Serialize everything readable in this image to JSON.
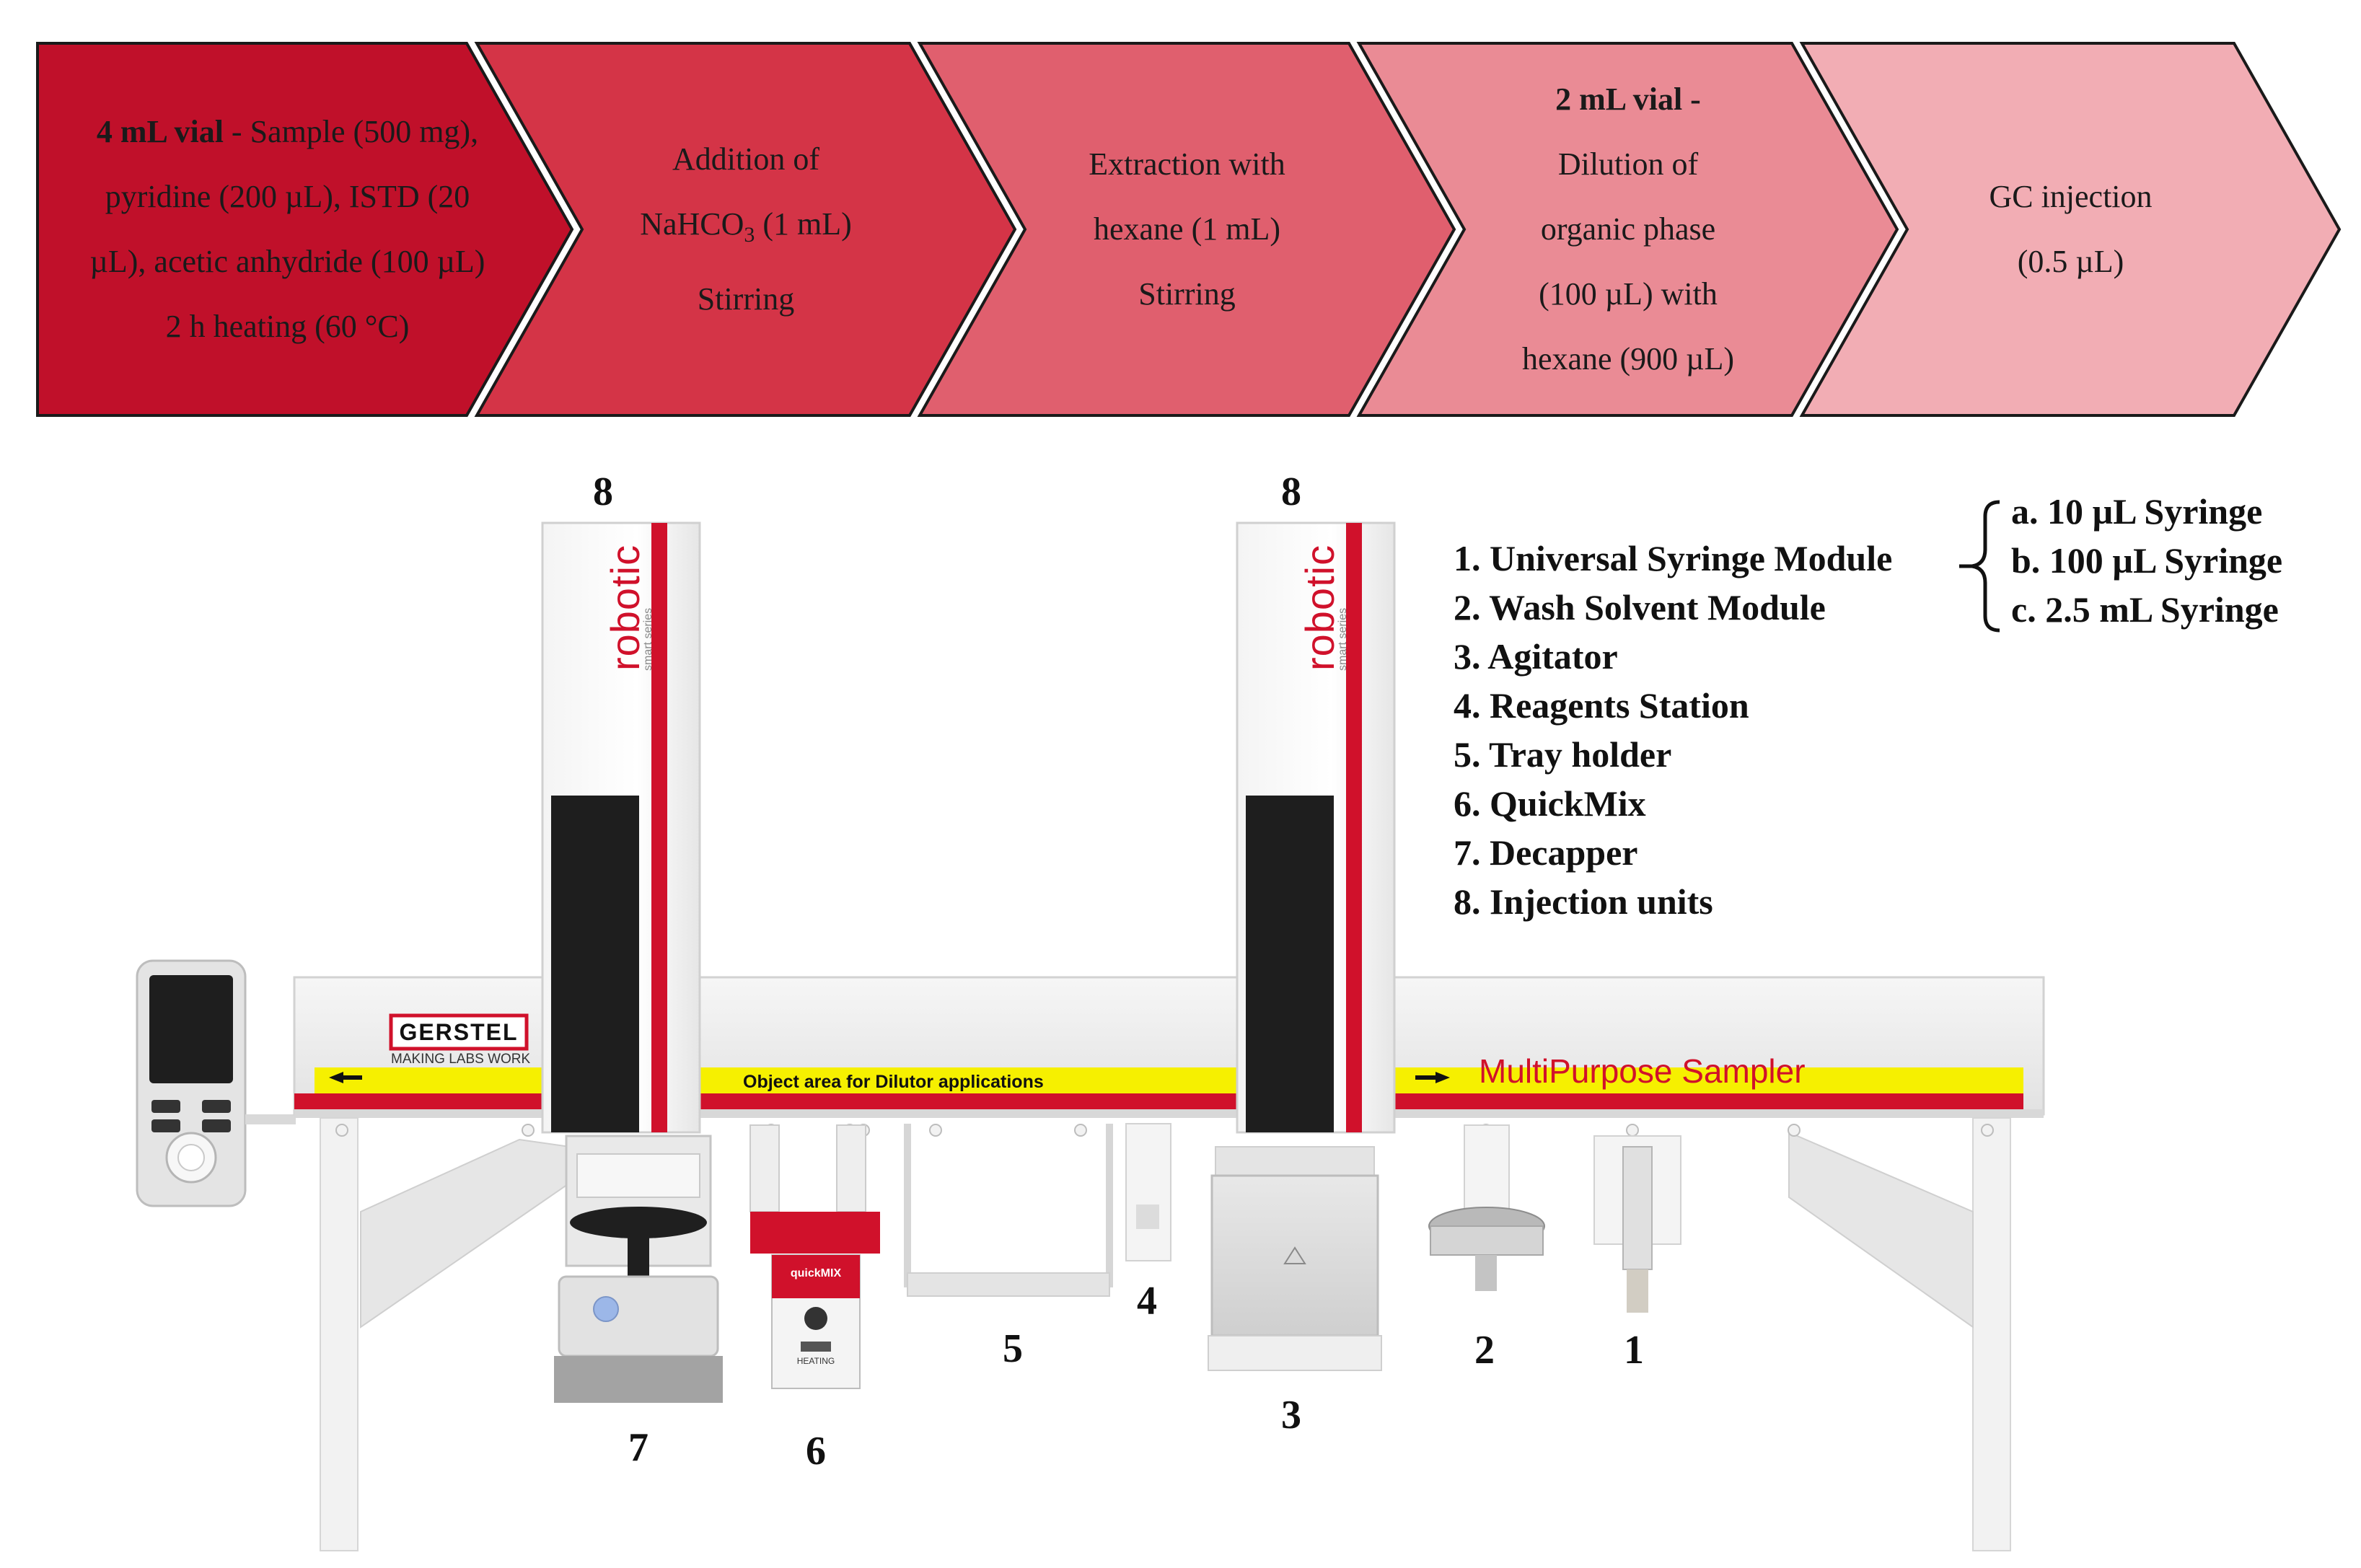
{
  "workflow": {
    "steps": [
      {
        "lines": [
          {
            "bold": "4 mL vial",
            "text": " - Sample (500 mg),"
          },
          {
            "text": "pyridine (200 µL), ISTD (20"
          },
          {
            "text": "µL), acetic anhydride (100 µL)"
          },
          {
            "text": "2 h heating (60 °C)"
          }
        ],
        "color": "#c0102a"
      },
      {
        "lines": [
          {
            "text": "Addition of"
          },
          {
            "text": "NaHCO",
            "sub": "3",
            "after": " (1 mL)"
          },
          {
            "text": "Stirring"
          }
        ],
        "color": "#d43447"
      },
      {
        "lines": [
          {
            "text": "Extraction with"
          },
          {
            "text": "hexane (1 mL)"
          },
          {
            "text": "Stirring"
          }
        ],
        "color": "#e05f6e"
      },
      {
        "lines": [
          {
            "bold": "2 mL vial -"
          },
          {
            "text": "Dilution of"
          },
          {
            "text": "organic phase"
          },
          {
            "text": "(100 µL) with"
          },
          {
            "text": "hexane (900 µL)"
          }
        ],
        "color": "#ea8b95"
      },
      {
        "lines": [
          {
            "text": "GC injection"
          },
          {
            "text": "(0.5 µL)"
          }
        ],
        "color": "#f2adb4"
      }
    ]
  },
  "legend": {
    "items": [
      "1. Universal Syringe Module",
      "2. Wash Solvent Module",
      "3. Agitator",
      "4. Reagents Station",
      "5. Tray holder",
      "6. QuickMix",
      "7. Decapper",
      "8. Injection units"
    ],
    "syringes": [
      "a. 10 µL Syringe",
      "b. 100 µL Syringe",
      "c. 2.5 mL Syringe"
    ]
  },
  "instrument": {
    "brand": "GERSTEL",
    "brand_tagline": "MAKING LABS WORK",
    "object_area": "Object area for Dilutor applications",
    "product_name": "MultiPurpose Sampler",
    "tower_label": "robotic",
    "tower_sublabel": "smart series",
    "quickmix_logo": "quickMIX",
    "quickmix_sub": "HEATING",
    "colors": {
      "red": "#d0112b",
      "yellow": "#f6f000",
      "rail": "#ececec"
    }
  },
  "numbers": {
    "tower_left": "8",
    "tower_right": "8",
    "decapper": "7",
    "quickmix": "6",
    "tray": "5",
    "reagents": "4",
    "agitator": "3",
    "wash": "2",
    "syringe": "1"
  }
}
